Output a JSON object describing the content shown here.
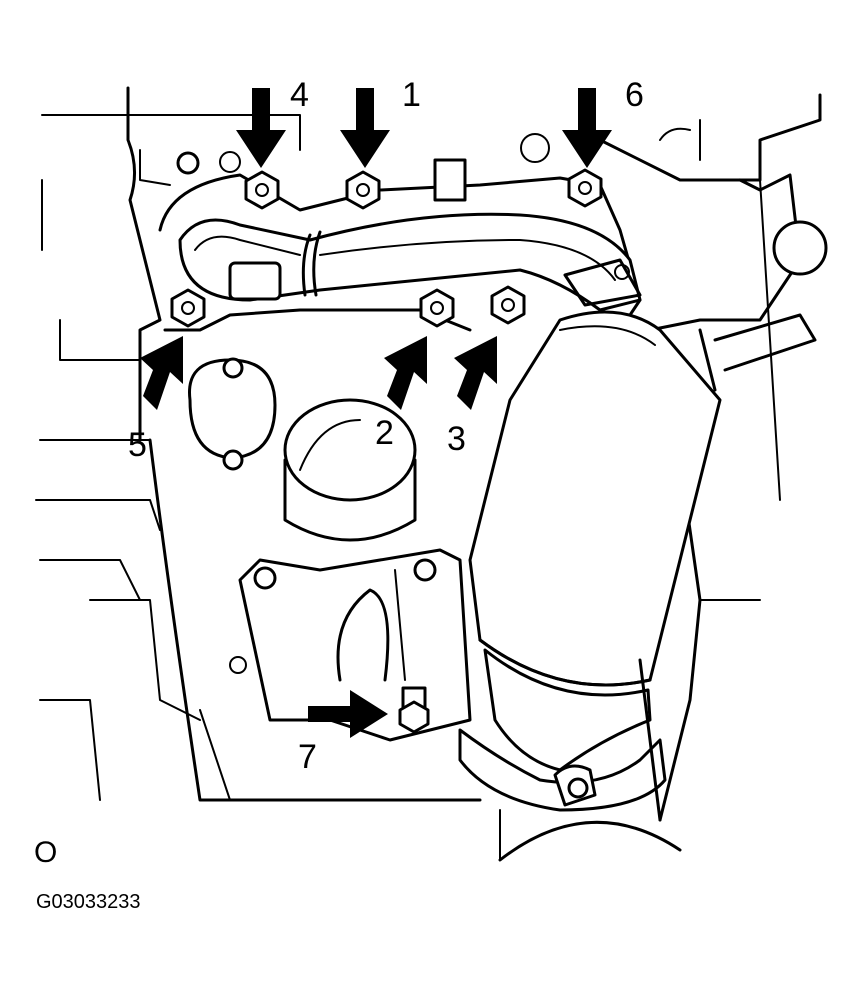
{
  "callouts": [
    {
      "id": "1",
      "label": "1"
    },
    {
      "id": "2",
      "label": "2"
    },
    {
      "id": "3",
      "label": "3"
    },
    {
      "id": "4",
      "label": "4"
    },
    {
      "id": "5",
      "label": "5"
    },
    {
      "id": "6",
      "label": "6"
    },
    {
      "id": "7",
      "label": "7"
    }
  ],
  "corner_mark": "O",
  "figure_code": "G03033233",
  "icons": [
    "arrow-icon",
    "nut-icon",
    "exhaust-manifold",
    "catalytic-converter",
    "oil-filter",
    "engine-block"
  ]
}
